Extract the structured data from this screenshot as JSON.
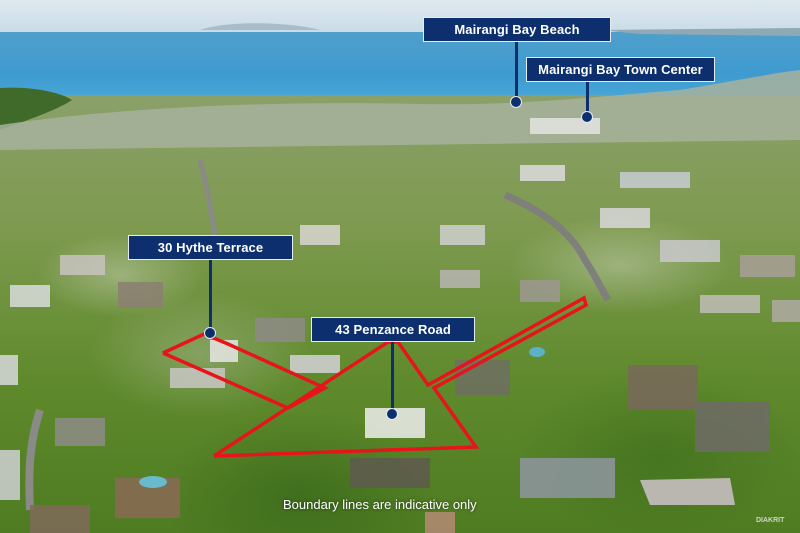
{
  "image": {
    "description": "Aerial photo of Mairangi Bay suburb with sea in background and property boundary overlays",
    "colors": {
      "label_background": "#0d2f6e",
      "label_border": "#e7ecf4",
      "boundary_line": "#e8141b",
      "sea": "#3e9bd0"
    }
  },
  "labels": [
    {
      "id": "beach",
      "text": "Mairangi Bay Beach"
    },
    {
      "id": "town-center",
      "text": "Mairangi Bay Town Center"
    },
    {
      "id": "hythe",
      "text": "30 Hythe Terrace"
    },
    {
      "id": "penzance",
      "text": "43 Penzance Road"
    }
  ],
  "disclaimer": "Boundary lines are indicative only",
  "watermark": "DIAKRIT"
}
